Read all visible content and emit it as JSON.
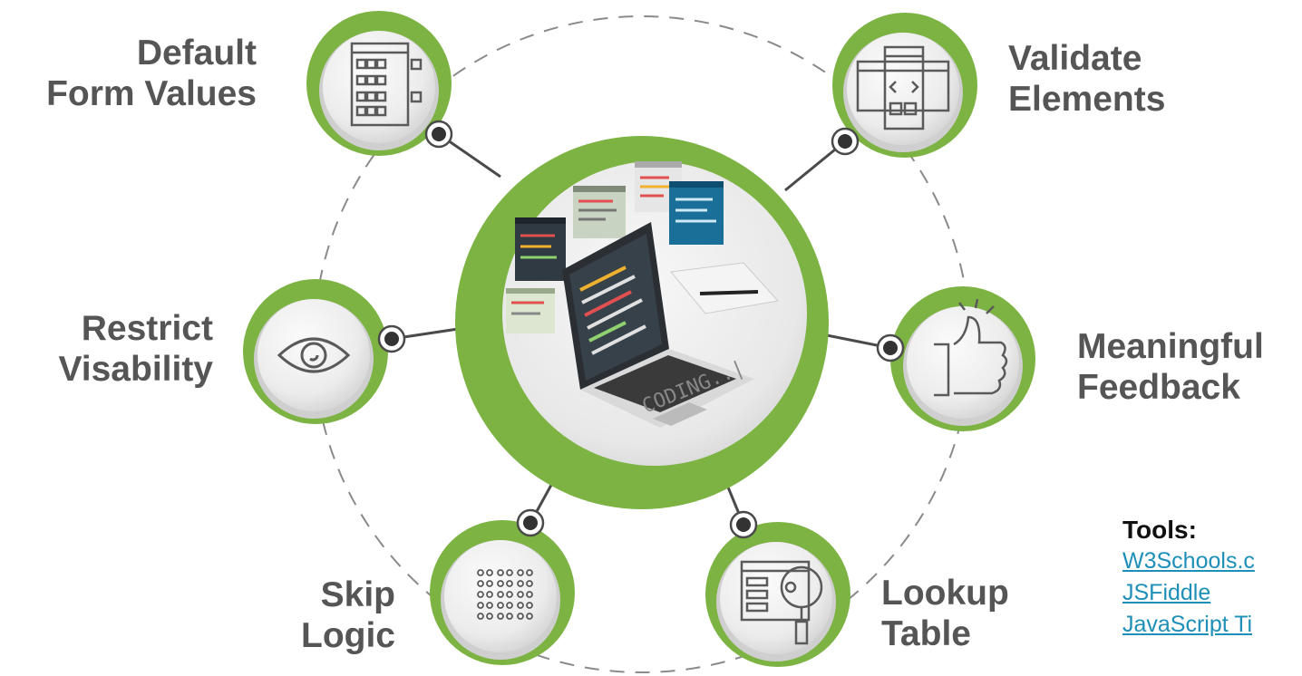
{
  "colors": {
    "green": "#7cb342",
    "green_dark": "#5e9a2c",
    "disc_light": "#f4f4f4",
    "disc_shadow": "#d6d6d6",
    "label_gray": "#555555",
    "icon_gray": "#5a5a5a",
    "link_blue": "#1e8fb8"
  },
  "center": {
    "illustration": "laptop-coding-illustration",
    "caption": "CODING..|"
  },
  "nodes": [
    {
      "id": "default-form-values",
      "lines": [
        "Default",
        "Form Values"
      ],
      "icon": "form-grid-icon"
    },
    {
      "id": "validate-elements",
      "lines": [
        "Validate",
        "Elements"
      ],
      "icon": "browser-window-code-icon"
    },
    {
      "id": "restrict-visability",
      "lines": [
        "Restrict",
        "Visability"
      ],
      "icon": "eye-icon"
    },
    {
      "id": "meaningful-feedback",
      "lines": [
        "Meaningful",
        "Feedback"
      ],
      "icon": "thumbs-up-icon"
    },
    {
      "id": "skip-logic",
      "lines": [
        "Skip",
        "Logic"
      ],
      "icon": "dot-matrix-icon"
    },
    {
      "id": "lookup-table",
      "lines": [
        "Lookup",
        "Table"
      ],
      "icon": "magnifier-table-icon"
    }
  ],
  "tools": {
    "heading": "Tools:",
    "links": [
      "W3Schools.c",
      "JSFiddle",
      "JavaScript Ti"
    ]
  }
}
